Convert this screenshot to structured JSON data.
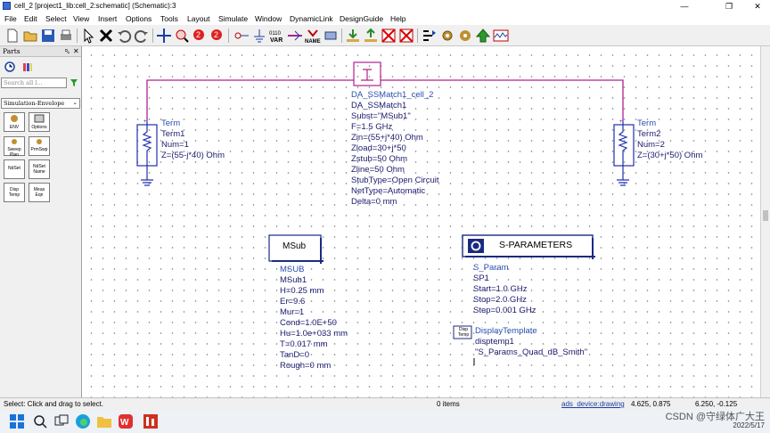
{
  "window": {
    "title": "cell_2 [project1_lib:cell_2:schematic] (Schematic):3",
    "minimize": "—",
    "restore": "❐",
    "close": "✕"
  },
  "menu": [
    "File",
    "Edit",
    "Select",
    "View",
    "Insert",
    "Options",
    "Tools",
    "Layout",
    "Simulate",
    "Window",
    "DynamicLink",
    "DesignGuide",
    "Help"
  ],
  "parts_panel": {
    "title": "Parts",
    "pin": "⬁",
    "close": "✕",
    "search_placeholder": "Search all l...",
    "library": "Simulation-Envelope",
    "palette": [
      "ENV",
      "Options",
      "Sweep Plan",
      "PrmSwp",
      "NdSet",
      "NdSet Name",
      "Disp Temp",
      "Meas Eqn"
    ]
  },
  "schematic": {
    "term1": {
      "label": "Term",
      "name": "Term1",
      "num": "Num=1",
      "z": "Z=(55-j*40) Ohm"
    },
    "term2": {
      "label": "Term",
      "name": "Term2",
      "num": "Num=2",
      "z": "Z=(30+j*50) Ohm"
    },
    "match": {
      "instance": "DA_SSMatch1_cell_2",
      "name": "DA_SSMatch1",
      "params": [
        "Subst=\"MSub1\"",
        "F=1.5 GHz",
        "Zin=(55+j*40) Ohm",
        "Zload=30+j*50",
        "Zstub=50 Ohm",
        "Zline=50 Ohm",
        "StubType=Open Circuit",
        "NetType=Automatic",
        "Delta=0 mm"
      ]
    },
    "msub": {
      "box_label": "MSub",
      "label": "MSUB",
      "name": "MSub1",
      "params": [
        "H=0.25 mm",
        "Er=9.6",
        "Mur=1",
        "Cond=1.0E+50",
        "Hu=1.0e+033 mm",
        "T=0.017 mm",
        "TanD=0",
        "Rough=0 mm"
      ]
    },
    "sparam": {
      "box_label": "S-PARAMETERS",
      "label": "S_Param",
      "name": "SP1",
      "params": [
        "Start=1.0 GHz",
        "Stop=2.0 GHz",
        "Step=0.001 GHz"
      ]
    },
    "disp": {
      "icon_text": "Disp Temp",
      "label": "DisplayTemplate",
      "name": "disptemp1",
      "value": "\"S_Params_Quad_dB_Smith\""
    }
  },
  "status": {
    "hint": "Select: Click and drag to select.",
    "items": "0 items",
    "layer": "ads_device:drawing",
    "coord1": "4.625, 0.875",
    "coord2": "6.250, -0.125"
  },
  "taskbar": {
    "watermark": "CSDN @守绿体广大王",
    "date": "2022/5/17"
  },
  "colors": {
    "wire": "#b0208f",
    "component": "#2030b0",
    "text": "#1a1a6e"
  }
}
